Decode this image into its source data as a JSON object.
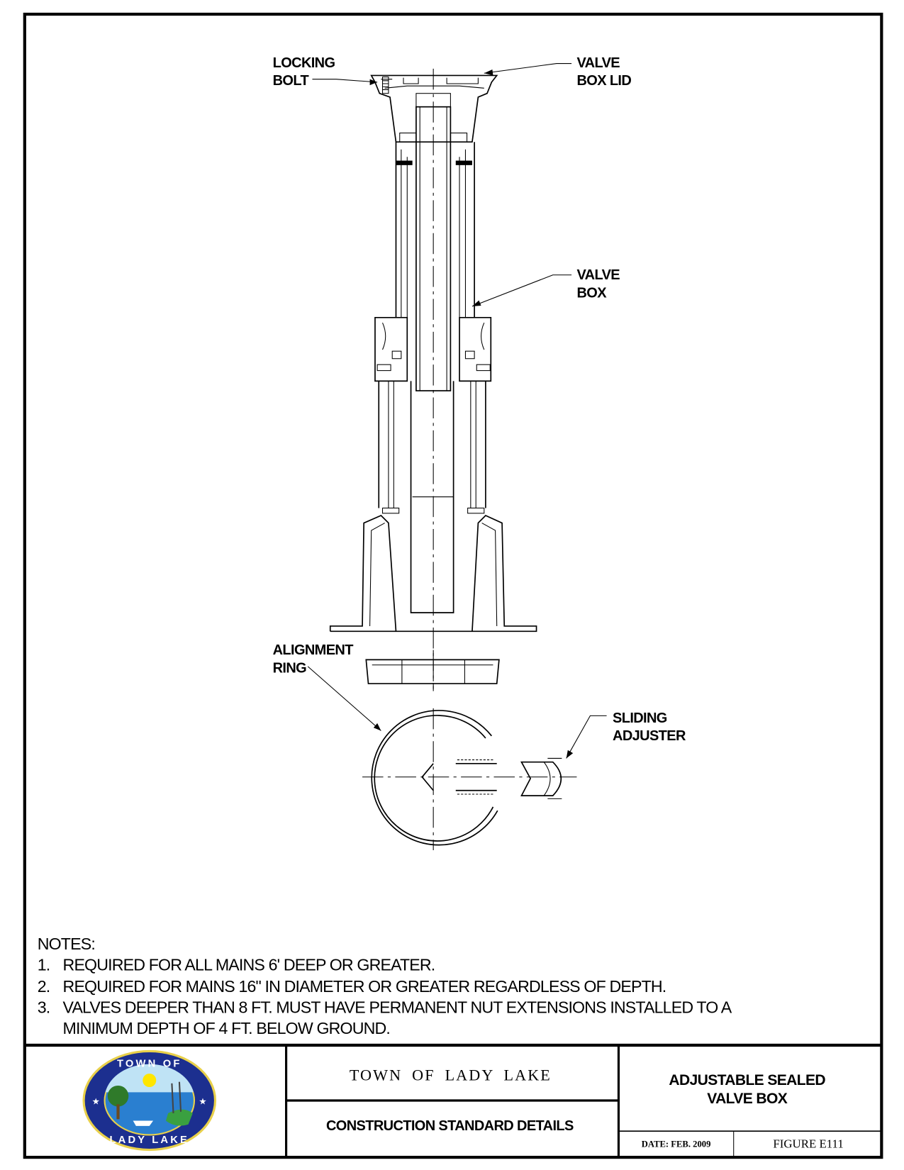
{
  "labels": {
    "locking_bolt": [
      "LOCKING",
      "BOLT"
    ],
    "valve_box_lid": [
      "VALVE",
      "BOX LID"
    ],
    "valve_box": [
      "VALVE",
      "BOX"
    ],
    "alignment_ring": [
      "ALIGNMENT",
      "RING"
    ],
    "sliding_adjuster": [
      "SLIDING",
      "ADJUSTER"
    ]
  },
  "notes": {
    "heading": "NOTES:",
    "items": [
      {
        "num": "1.",
        "text": "REQUIRED FOR ALL MAINS 6' DEEP OR GREATER."
      },
      {
        "num": "2.",
        "text": "REQUIRED FOR MAINS 16\" IN DIAMETER OR GREATER REGARDLESS OF DEPTH."
      },
      {
        "num": "3.",
        "text": "VALVES DEEPER THAN 8 FT. MUST HAVE PERMANENT NUT EXTENSIONS INSTALLED TO A",
        "cont": "MINIMUM DEPTH OF 4 FT. BELOW GROUND."
      }
    ]
  },
  "title_block": {
    "seal_text": [
      "TOWN OF",
      "LADY LAKE"
    ],
    "organization": "TOWN OF LADY LAKE",
    "subtitle": "CONSTRUCTION STANDARD DETAILS",
    "drawing_title": [
      "ADJUSTABLE SEALED",
      "VALVE BOX"
    ],
    "date": "DATE: FEB. 2009",
    "figure": "FIGURE E111"
  },
  "colors": {
    "seal_blue": "#1c2f8f",
    "seal_gold": "#e8d04a",
    "water": "#2a7fd0",
    "tree": "#2f7a2a",
    "sun": "#ffe600"
  }
}
